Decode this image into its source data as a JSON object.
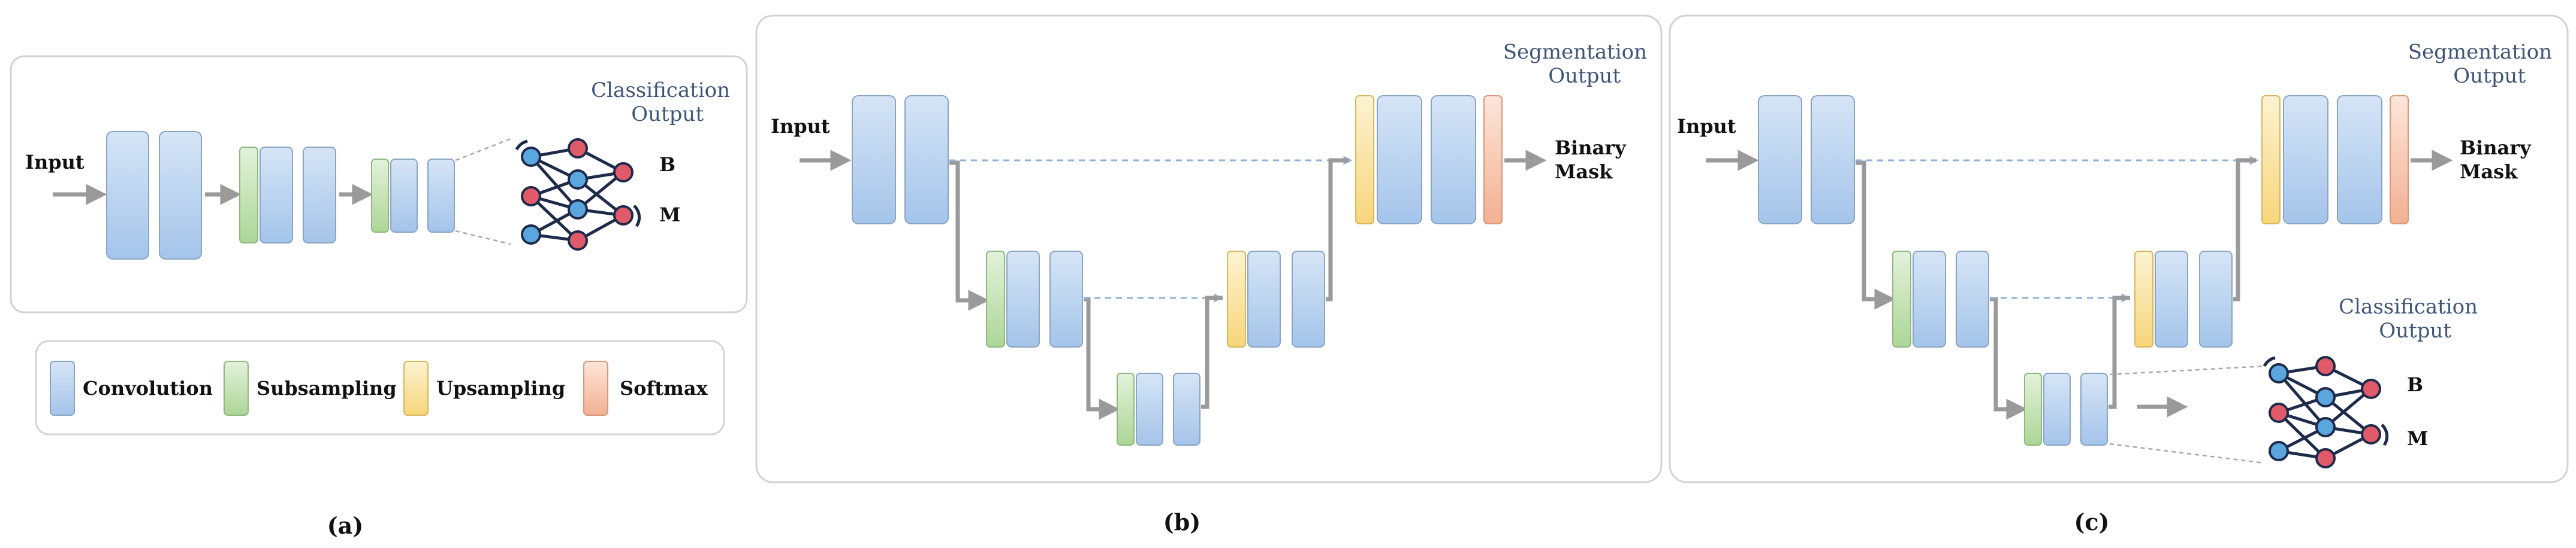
{
  "panel_a": {
    "input_label": "Input",
    "output_title_line1": "Classification",
    "output_title_line2": "Output",
    "class_b": "B",
    "class_m": "M"
  },
  "panel_b": {
    "input_label": "Input",
    "output_title_line1": "Segmentation",
    "output_title_line2": "Output",
    "mask_line1": "Binary",
    "mask_line2": "Mask"
  },
  "panel_c": {
    "input_label": "Input",
    "seg_title_line1": "Segmentation",
    "seg_title_line2": "Output",
    "mask_line1": "Binary",
    "mask_line2": "Mask",
    "cls_title_line1": "Classification",
    "cls_title_line2": "Output",
    "class_b": "B",
    "class_m": "M"
  },
  "legend": {
    "items": [
      {
        "label": "Convolution",
        "color_top": "#cfe0f4",
        "color_bottom": "#a9c8ec",
        "border": "#8aa4c4"
      },
      {
        "label": "Subsampling",
        "color_top": "#ddefd3",
        "color_bottom": "#b6dca4",
        "border": "#8fb77f"
      },
      {
        "label": "Upsampling",
        "color_top": "#fdf0c4",
        "color_bottom": "#f9d985",
        "border": "#d8b65c"
      },
      {
        "label": "Softmax",
        "color_top": "#fde0d2",
        "color_bottom": "#f5b79b",
        "border": "#d9977b"
      }
    ]
  },
  "captions": [
    "(a)",
    "(b)",
    "(c)"
  ],
  "colors": {
    "panel_border": "#cfcfcf",
    "arrow": "#9a9a9a",
    "skip_dashed": "#8fb0d8",
    "title_blue": "#3f5578",
    "node_blue": "#5aa7df",
    "node_red": "#e05a6a",
    "edge_dark": "#1e2a4a"
  }
}
